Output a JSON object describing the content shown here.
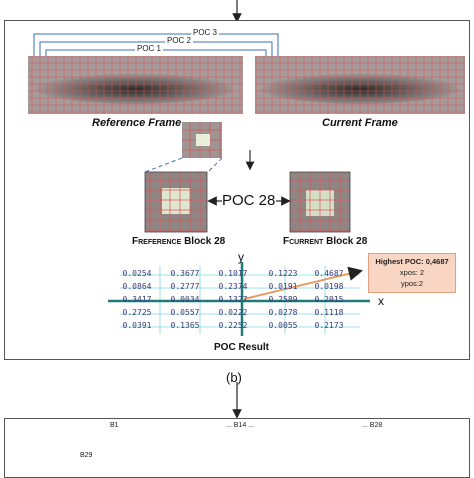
{
  "poc_labels": [
    "POC 3",
    "POC 2",
    "POC 1"
  ],
  "frames": {
    "reference_label": "Reference Frame",
    "current_label": "Current Frame"
  },
  "blocks": {
    "left_prefix": "F",
    "left_sub": "REFERENCE",
    "left_suffix": " Block 28",
    "right_prefix": "F",
    "right_sub": "CURRENT",
    "right_suffix": " Block 28",
    "poc_center": "POC 28"
  },
  "axes": {
    "y": "y",
    "x": "x"
  },
  "matrix": [
    [
      "0.0254",
      "0.3677",
      "0.1017",
      "0.1223",
      "0.4687"
    ],
    [
      "0.0864",
      "0.2777",
      "0.2374",
      "0.0191",
      "0.0198"
    ],
    [
      "0.3417",
      "0.0034",
      "0.1327",
      "0.2589",
      "0.2015"
    ],
    [
      "0.2725",
      "0.0557",
      "0.0222",
      "0.0278",
      "0.1118"
    ],
    [
      "0.0391",
      "0.1365",
      "0.2252",
      "0.0055",
      "0.2173"
    ]
  ],
  "highest": {
    "line1": "Highest POC: 0,4687",
    "line2": "xpos: 2",
    "line3": "ypos:2"
  },
  "result_title": "POC Result",
  "caption": "(b)",
  "bottom": {
    "b1": "B1",
    "b14": "... B14 ...",
    "b28": "... B28",
    "b29": "B29"
  },
  "colors": {
    "grid_red": "#d9534f",
    "axis_teal": "#1f7a7a",
    "guide_blue": "#3b6fb0",
    "arrow_orange": "#e8965a",
    "highlight_bg": "#f9d6c4"
  }
}
